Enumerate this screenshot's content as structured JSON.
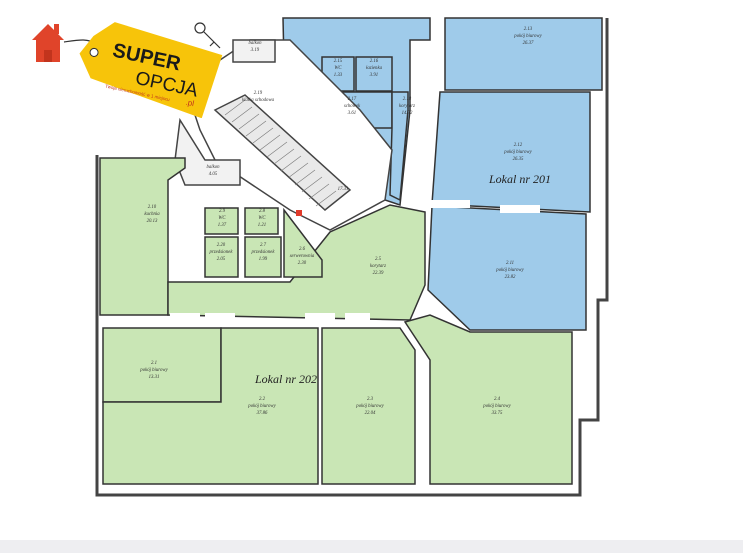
{
  "logo": {
    "brand_line1": "SUPER",
    "brand_line2": "OPCJA",
    "tagline": "Twoja nieruchomość w 1 miejscu",
    "domain": ".pl",
    "colors": {
      "tag": "#f7c40a",
      "house": "#e0442a",
      "text": "#1a1a1a"
    }
  },
  "colors": {
    "unit_201": "#9fcbea",
    "unit_202": "#c9e6b5",
    "walls": "#444444",
    "common": "#ffffff"
  },
  "units": {
    "lokal_201": "Lokal nr 201",
    "lokal_202": "Lokal nr 202"
  },
  "rooms": [
    {
      "id": "2.19",
      "name": "klatka schodowa",
      "area": ""
    },
    {
      "id": "",
      "name": "balkon",
      "area": "3.19"
    },
    {
      "id": "",
      "name": "balkon",
      "area": "4.05"
    },
    {
      "id": "",
      "name": "",
      "area": "17.31"
    },
    {
      "id": "2.15",
      "name": "WC",
      "area": "1.33"
    },
    {
      "id": "2.16",
      "name": "łazienka",
      "area": "3.91"
    },
    {
      "id": "2.17",
      "name": "schowek",
      "area": "3.61"
    },
    {
      "id": "2.18",
      "name": "korytarz",
      "area": "14.52"
    },
    {
      "id": "2.13",
      "name": "pokój biurowy",
      "area": "26.37"
    },
    {
      "id": "2.12",
      "name": "pokój biurowy",
      "area": "26.35"
    },
    {
      "id": "2.11",
      "name": "pokój biurowy",
      "area": "23.82"
    },
    {
      "id": "2.10",
      "name": "kuchnia",
      "area": "20.13"
    },
    {
      "id": "2.9",
      "name": "WC",
      "area": "1.37"
    },
    {
      "id": "2.8",
      "name": "WC",
      "area": "1.21"
    },
    {
      "id": "2.20",
      "name": "przedsionek",
      "area": "2.05"
    },
    {
      "id": "2.7",
      "name": "przedsionek",
      "area": "1.99"
    },
    {
      "id": "2.6",
      "name": "serwerownia",
      "area": "2.30"
    },
    {
      "id": "2.5",
      "name": "korytarz",
      "area": "22.39"
    },
    {
      "id": "2.1",
      "name": "pokój biurowy",
      "area": "13.31"
    },
    {
      "id": "2.2",
      "name": "pokój biurowy",
      "area": "37.86"
    },
    {
      "id": "2.3",
      "name": "pokój biurowy",
      "area": "22.04"
    },
    {
      "id": "2.4",
      "name": "pokój biurowy",
      "area": "33.75"
    }
  ]
}
